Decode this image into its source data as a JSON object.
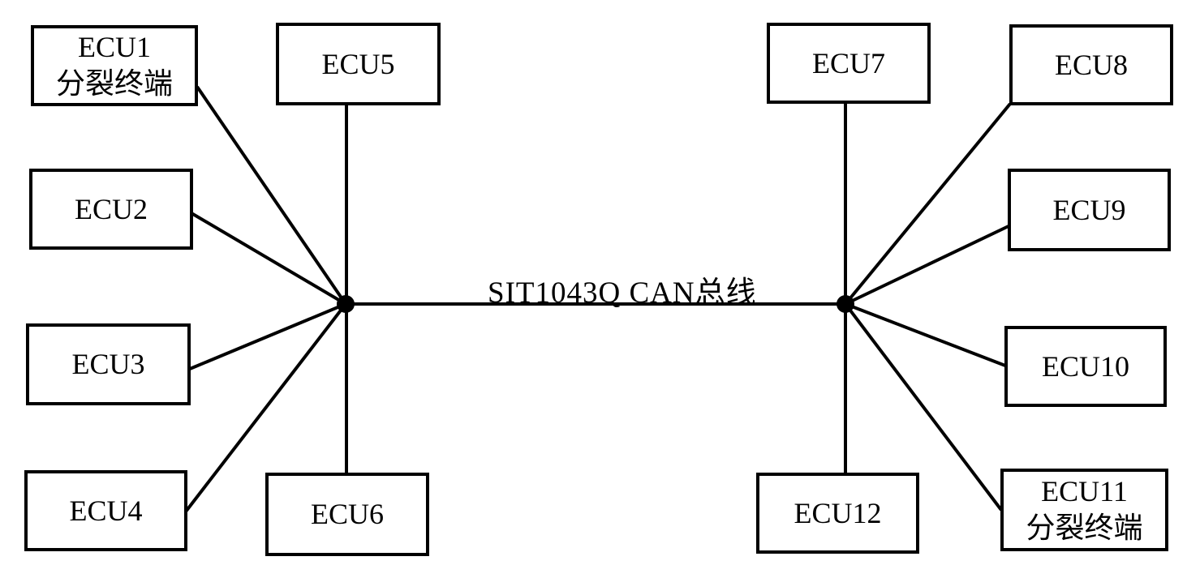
{
  "diagram": {
    "bus_label": "SIT1043Q CAN总线",
    "colors": {
      "line": "#000000",
      "background": "#ffffff",
      "text": "#000000"
    },
    "nodes": [
      {
        "id": "ECU1",
        "label": "ECU1",
        "sublabel": "分裂终端"
      },
      {
        "id": "ECU2",
        "label": "ECU2"
      },
      {
        "id": "ECU3",
        "label": "ECU3"
      },
      {
        "id": "ECU4",
        "label": "ECU4"
      },
      {
        "id": "ECU5",
        "label": "ECU5"
      },
      {
        "id": "ECU6",
        "label": "ECU6"
      },
      {
        "id": "ECU7",
        "label": "ECU7"
      },
      {
        "id": "ECU8",
        "label": "ECU8"
      },
      {
        "id": "ECU9",
        "label": "ECU9"
      },
      {
        "id": "ECU10",
        "label": "ECU10"
      },
      {
        "id": "ECU11",
        "label": "ECU11",
        "sublabel": "分裂终端"
      },
      {
        "id": "ECU12",
        "label": "ECU12"
      }
    ],
    "junctions": [
      {
        "id": "bus-junction-left"
      },
      {
        "id": "bus-junction-right"
      }
    ],
    "edges": [
      {
        "from": "ECU1",
        "to": "bus-junction-left"
      },
      {
        "from": "ECU2",
        "to": "bus-junction-left"
      },
      {
        "from": "ECU3",
        "to": "bus-junction-left"
      },
      {
        "from": "ECU4",
        "to": "bus-junction-left"
      },
      {
        "from": "ECU5",
        "to": "bus-junction-left"
      },
      {
        "from": "ECU6",
        "to": "bus-junction-left"
      },
      {
        "from": "bus-junction-left",
        "to": "bus-junction-right"
      },
      {
        "from": "ECU7",
        "to": "bus-junction-right"
      },
      {
        "from": "ECU8",
        "to": "bus-junction-right"
      },
      {
        "from": "ECU9",
        "to": "bus-junction-right"
      },
      {
        "from": "ECU10",
        "to": "bus-junction-right"
      },
      {
        "from": "ECU11",
        "to": "bus-junction-right"
      },
      {
        "from": "ECU12",
        "to": "bus-junction-right"
      }
    ]
  }
}
